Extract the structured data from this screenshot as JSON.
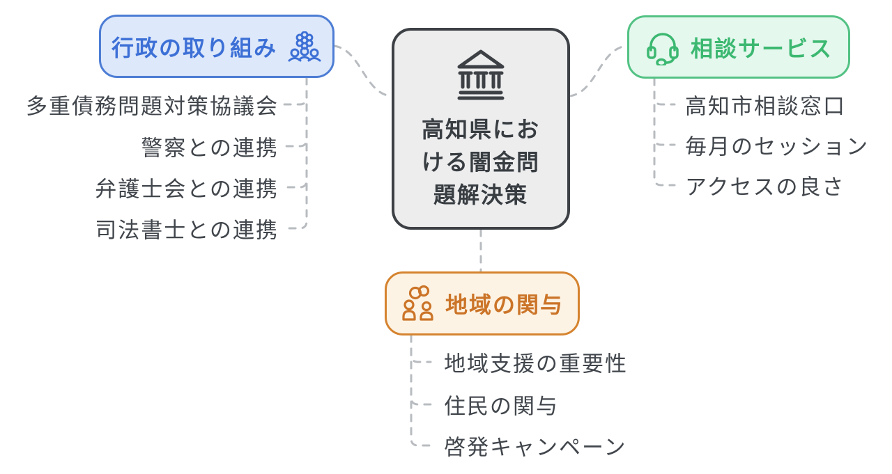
{
  "center": {
    "title_lines": [
      "高知県にお",
      "ける闇金問",
      "題解決策"
    ],
    "title_full": "高知県における闇金問題解決策",
    "icon": "bank-icon"
  },
  "branches": [
    {
      "id": "government",
      "label": "行政の取り組み",
      "icon": "people-gear-icon",
      "items": [
        "多重債務問題対策協議会",
        "警察との連携",
        "弁護士会との連携",
        "司法書士との連携"
      ]
    },
    {
      "id": "consultation",
      "label": "相談サービス",
      "icon": "headset-icon",
      "items": [
        "高知市相談窓口",
        "毎月のセッション",
        "アクセスの良さ"
      ]
    },
    {
      "id": "community",
      "label": "地域の関与",
      "icon": "people-rings-icon",
      "items": [
        "地域支援の重要性",
        "住民の関与",
        "啓発キャンペーン"
      ]
    }
  ],
  "palette": {
    "background": "#ffffff",
    "connector": "#b8bcc0",
    "center_border": "#3d4145",
    "center_fill": "#ededee",
    "center_text": "#383d42",
    "government_border": "#4d7dd4",
    "government_fill": "#dde8fa",
    "government_text": "#3d70d6",
    "consultation_border": "#53c284",
    "consultation_fill": "#e5f8ee",
    "consultation_text": "#3cb871",
    "community_border": "#d5832f",
    "community_fill": "#fdf3e4",
    "community_text": "#cb7428",
    "item_text": "#41464c"
  }
}
